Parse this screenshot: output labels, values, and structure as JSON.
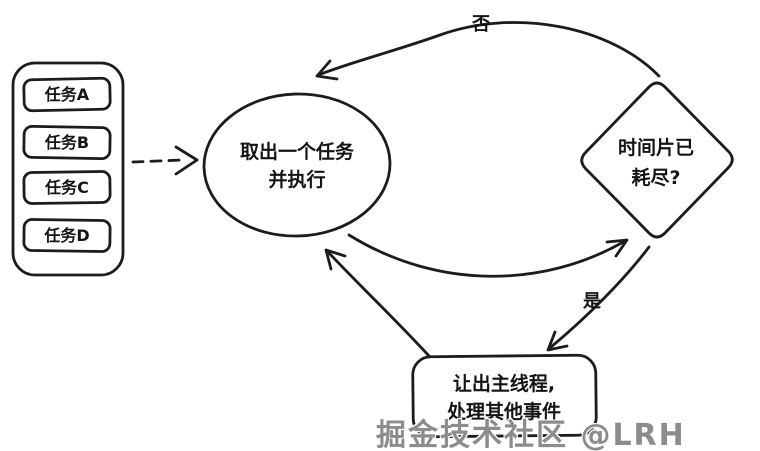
{
  "diagram": {
    "task_queue": {
      "items": [
        "任务A",
        "任务B",
        "任务C",
        "任务D"
      ]
    },
    "nodes": {
      "execute": {
        "line1": "取出一个任务",
        "line2": "并执行"
      },
      "check_timeslice": {
        "line1": "时间片已",
        "line2": "耗尽?"
      },
      "yield_thread": {
        "line1": "让出主线程,",
        "line2": "处理其他事件"
      }
    },
    "edges": {
      "no": "否",
      "yes": "是"
    },
    "watermark": "掘金技术社区 @LRH",
    "colors": {
      "ink": "#1c1c1c",
      "background": "#ffffff",
      "watermark": "#8c8c8c"
    }
  }
}
